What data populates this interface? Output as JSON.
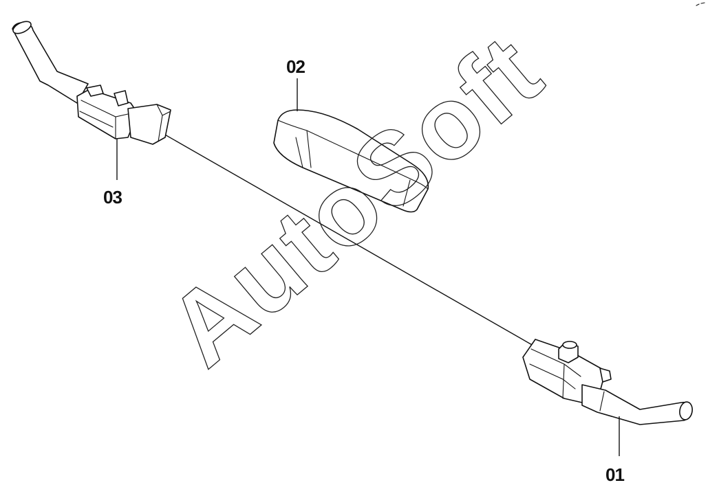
{
  "watermark": "AutoSoft",
  "callouts": [
    {
      "id": "part-01",
      "label": "01"
    },
    {
      "id": "part-02",
      "label": "02"
    },
    {
      "id": "part-03",
      "label": "03"
    }
  ],
  "colors": {
    "line": "#111111",
    "background": "#ffffff"
  }
}
